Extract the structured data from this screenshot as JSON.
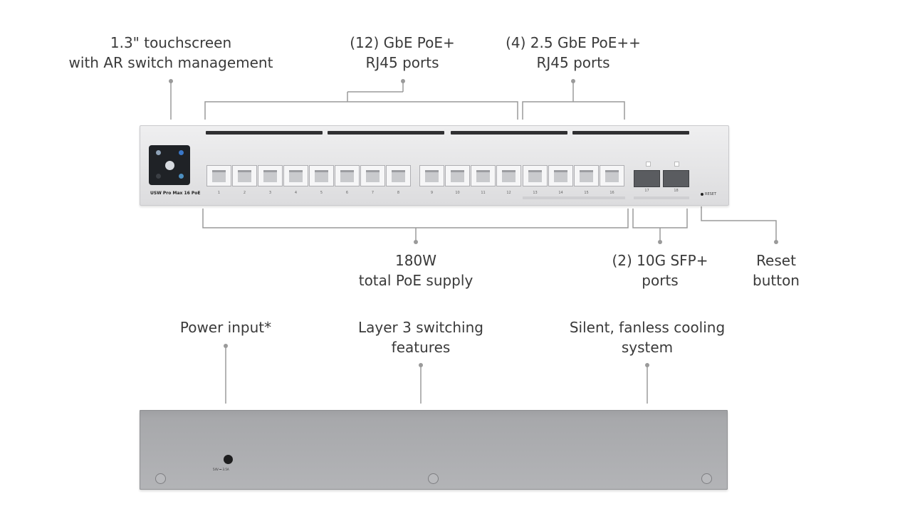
{
  "callouts": {
    "touchscreen": [
      "1.3\" touchscreen",
      "with AR switch management"
    ],
    "gbe_ports": [
      "(12) GbE PoE+",
      "RJ45 ports"
    ],
    "gbe25_ports": [
      "(4) 2.5 GbE PoE++",
      "RJ45 ports"
    ],
    "poe_supply": [
      "180W",
      "total PoE supply"
    ],
    "sfp_ports": [
      "(2) 10G SFP+",
      "ports"
    ],
    "reset": [
      "Reset",
      "button"
    ],
    "power_input": [
      "Power input*"
    ],
    "layer3": [
      "Layer 3 switching",
      "features"
    ],
    "cooling": [
      "Silent, fanless cooling",
      "system"
    ]
  },
  "device": {
    "model_label": "USW Pro Max 16 PoE",
    "reset_label": "RESET",
    "power_rating": "54V  ⎓  3.5A",
    "port_labels": [
      "1",
      "2",
      "3",
      "4",
      "5",
      "6",
      "7",
      "8",
      "9",
      "10",
      "11",
      "12",
      "13",
      "14",
      "15",
      "16"
    ],
    "sfp_labels": [
      "17",
      "18"
    ]
  }
}
